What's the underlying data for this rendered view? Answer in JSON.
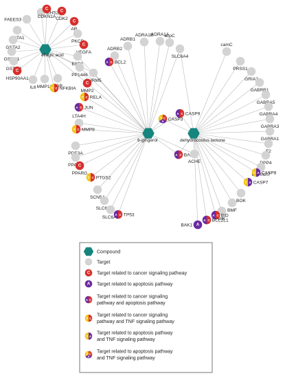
{
  "colors": {
    "compound": "#16857e",
    "target": "#d3d3d3",
    "cancer": "#d7302d",
    "apoptosis": "#6a2aa0",
    "tnf": "#f2c417",
    "edge": "#b8b8b8",
    "legend_border": "#555555"
  },
  "compounds": {
    "ellagic": "ellagic acid",
    "gingerol": "6-gingerol",
    "dehydro": "dehydrocostus lactone"
  },
  "glyphs": {
    "cancer": "C",
    "apoptosis": "A",
    "tnf": "T"
  },
  "nodes": [
    {
      "id": "CHS2",
      "label": "CHS2",
      "type": "target"
    },
    {
      "id": "CDKN1A",
      "label": "CDKN1A",
      "type": "cancer"
    },
    {
      "id": "CDK2",
      "label": "CDK2",
      "type": "cancer"
    },
    {
      "id": "FAEES3",
      "label": "FAEES3",
      "type": "target"
    },
    {
      "id": "AR",
      "label": "AR",
      "type": "cancer"
    },
    {
      "id": "GSTA1",
      "label": "GSTA1",
      "type": "target"
    },
    {
      "id": "GSTA2",
      "label": "GSTA2",
      "type": "target"
    },
    {
      "id": "PKCB",
      "label": "PKCB",
      "type": "target"
    },
    {
      "id": "VEGFA",
      "label": "VEGFA",
      "type": "cancer"
    },
    {
      "id": "GSTM1",
      "label": "GSTM1",
      "type": "target"
    },
    {
      "id": "ESR1",
      "label": "ESR1",
      "type": "target"
    },
    {
      "id": "GSTM2",
      "label": "GSTM2",
      "type": "target"
    },
    {
      "id": "PP1446",
      "label": "PP1446",
      "type": "target"
    },
    {
      "id": "HSP90AA1",
      "label": "HSP90AA1",
      "type": "cancer"
    },
    {
      "id": "IL6",
      "label": "IL6",
      "type": "target"
    },
    {
      "id": "MMP16",
      "label": "MMP16",
      "type": "target"
    },
    {
      "id": "PGR",
      "label": "PGR",
      "type": "target"
    },
    {
      "id": "NFKBIA",
      "label": "NFKBIA",
      "type": "ca_tnf"
    },
    {
      "id": "ADRB2",
      "label": "ADRB2",
      "type": "target"
    },
    {
      "id": "BCL2",
      "label": "BCL2",
      "type": "ca_ap"
    },
    {
      "id": "ADRB1",
      "label": "ADRB1",
      "type": "target"
    },
    {
      "id": "ADRA1B",
      "label": "ADRA1B",
      "type": "target"
    },
    {
      "id": "ADRA1A",
      "label": "ADRA1A",
      "type": "target"
    },
    {
      "id": "acpC",
      "label": "acpC",
      "type": "target"
    },
    {
      "id": "SLC6A4",
      "label": "SLC6A4",
      "type": "target"
    },
    {
      "id": "CHRM5",
      "label": "CHRM5",
      "type": "target"
    },
    {
      "id": "MMP2",
      "label": "MMP2",
      "type": "cancer"
    },
    {
      "id": "RELA",
      "label": "RELA",
      "type": "ca_tnf"
    },
    {
      "id": "JUN",
      "label": "JUN",
      "type": "ca_ap"
    },
    {
      "id": "LTA4H",
      "label": "LTA4H",
      "type": "target"
    },
    {
      "id": "MMP9",
      "label": "MMP9",
      "type": "ca_tnf"
    },
    {
      "id": "PDE3A",
      "label": "PDE3A",
      "type": "target"
    },
    {
      "id": "PPARA",
      "label": "PPARA",
      "type": "target"
    },
    {
      "id": "PPARG",
      "label": "PPARG",
      "type": "cancer"
    },
    {
      "id": "PTGS2",
      "label": "PTGS2",
      "type": "ca_tnf"
    },
    {
      "id": "SCN5A",
      "label": "SCN5A",
      "type": "target"
    },
    {
      "id": "SLC6A2",
      "label": "SLC6A2",
      "type": "target"
    },
    {
      "id": "SLC6A3",
      "label": "SLC6A3",
      "type": "target"
    },
    {
      "id": "TP53",
      "label": "TP53",
      "type": "ca_ap"
    },
    {
      "id": "CASP9",
      "label": "CASP9",
      "type": "ca_ap"
    },
    {
      "id": "CASP3",
      "label": "CASP3",
      "type": "ca_ap_tnf"
    },
    {
      "id": "BAX",
      "label": "BAX",
      "type": "ca_ap"
    },
    {
      "id": "ACHE",
      "label": "ACHE",
      "type": "target"
    },
    {
      "id": "camC",
      "label": "camC",
      "type": "target"
    },
    {
      "id": "PRSS1",
      "label": "PRSS1",
      "type": "target"
    },
    {
      "id": "GRIA2",
      "label": "GRIA2",
      "type": "target"
    },
    {
      "id": "GABRR1",
      "label": "GABRR1",
      "type": "target"
    },
    {
      "id": "GABRA5",
      "label": "GABRA5",
      "type": "target"
    },
    {
      "id": "GABRA4",
      "label": "GABRA4",
      "type": "target"
    },
    {
      "id": "GABRA3",
      "label": "GABRA3",
      "type": "target"
    },
    {
      "id": "GABRA1",
      "label": "GABRA1",
      "type": "target"
    },
    {
      "id": "F2",
      "label": "F2",
      "type": "target"
    },
    {
      "id": "DPP4",
      "label": "DPP4",
      "type": "target"
    },
    {
      "id": "CHRNA7",
      "label": "CHRNA7",
      "type": "target"
    },
    {
      "id": "CASP8",
      "label": "CASP8",
      "type": "ap_tnf"
    },
    {
      "id": "CASP7",
      "label": "CASP7",
      "type": "ap_tnf"
    },
    {
      "id": "BOK",
      "label": "BOK",
      "type": "target"
    },
    {
      "id": "BMF",
      "label": "BMF",
      "type": "target"
    },
    {
      "id": "BIK",
      "label": "BIK",
      "type": "target"
    },
    {
      "id": "BID",
      "label": "BID",
      "type": "ca_ap"
    },
    {
      "id": "BCL2L1",
      "label": "BCL2L1",
      "type": "ca_ap"
    },
    {
      "id": "BAK1",
      "label": "BAK1",
      "type": "apoptosis"
    }
  ],
  "edges": [
    [
      "ellagic",
      "CHS2"
    ],
    [
      "ellagic",
      "CDKN1A"
    ],
    [
      "ellagic",
      "CDK2"
    ],
    [
      "ellagic",
      "FAEES3"
    ],
    [
      "ellagic",
      "AR"
    ],
    [
      "ellagic",
      "GSTA1"
    ],
    [
      "ellagic",
      "GSTA2"
    ],
    [
      "ellagic",
      "PKCB"
    ],
    [
      "ellagic",
      "VEGFA"
    ],
    [
      "ellagic",
      "GSTM1"
    ],
    [
      "ellagic",
      "ESR1"
    ],
    [
      "ellagic",
      "GSTM2"
    ],
    [
      "ellagic",
      "PP1446"
    ],
    [
      "ellagic",
      "HSP90AA1"
    ],
    [
      "ellagic",
      "IL6"
    ],
    [
      "ellagic",
      "MMP16"
    ],
    [
      "ellagic",
      "PGR"
    ],
    [
      "ellagic",
      "NFKBIA"
    ],
    [
      "ellagic",
      "CHRM5"
    ],
    [
      "ellagic",
      "MMP2"
    ],
    [
      "gingerol",
      "ADRB2"
    ],
    [
      "gingerol",
      "BCL2"
    ],
    [
      "gingerol",
      "ADRB1"
    ],
    [
      "gingerol",
      "ADRA1B"
    ],
    [
      "gingerol",
      "ADRA1A"
    ],
    [
      "gingerol",
      "acpC"
    ],
    [
      "gingerol",
      "SLC6A4"
    ],
    [
      "gingerol",
      "CHRM5"
    ],
    [
      "gingerol",
      "MMP2"
    ],
    [
      "gingerol",
      "RELA"
    ],
    [
      "gingerol",
      "JUN"
    ],
    [
      "gingerol",
      "LTA4H"
    ],
    [
      "gingerol",
      "MMP9"
    ],
    [
      "gingerol",
      "PDE3A"
    ],
    [
      "gingerol",
      "PPARA"
    ],
    [
      "gingerol",
      "PPARG"
    ],
    [
      "gingerol",
      "PTGS2"
    ],
    [
      "gingerol",
      "SCN5A"
    ],
    [
      "gingerol",
      "SLC6A2"
    ],
    [
      "gingerol",
      "SLC6A3"
    ],
    [
      "gingerol",
      "TP53"
    ],
    [
      "gingerol",
      "CASP9"
    ],
    [
      "gingerol",
      "CASP3"
    ],
    [
      "gingerol",
      "BAX"
    ],
    [
      "gingerol",
      "ACHE"
    ],
    [
      "gingerol",
      "ESR1"
    ],
    [
      "gingerol",
      "PP1446"
    ],
    [
      "dehydro",
      "CASP9"
    ],
    [
      "dehydro",
      "CASP3"
    ],
    [
      "dehydro",
      "BAX"
    ],
    [
      "dehydro",
      "ACHE"
    ],
    [
      "dehydro",
      "SLC6A4"
    ],
    [
      "dehydro",
      "camC"
    ],
    [
      "dehydro",
      "PRSS1"
    ],
    [
      "dehydro",
      "GRIA2"
    ],
    [
      "dehydro",
      "GABRR1"
    ],
    [
      "dehydro",
      "GABRA5"
    ],
    [
      "dehydro",
      "GABRA4"
    ],
    [
      "dehydro",
      "GABRA3"
    ],
    [
      "dehydro",
      "GABRA1"
    ],
    [
      "dehydro",
      "F2"
    ],
    [
      "dehydro",
      "DPP4"
    ],
    [
      "dehydro",
      "CHRNA7"
    ],
    [
      "dehydro",
      "CASP8"
    ],
    [
      "dehydro",
      "CASP7"
    ],
    [
      "dehydro",
      "BOK"
    ],
    [
      "dehydro",
      "BMF"
    ],
    [
      "dehydro",
      "BIK"
    ],
    [
      "dehydro",
      "BID"
    ],
    [
      "dehydro",
      "BCL2L1"
    ],
    [
      "dehydro",
      "BAK1"
    ]
  ],
  "legend": [
    {
      "type": "compound",
      "text": [
        "Compound"
      ]
    },
    {
      "type": "target",
      "text": [
        "Target"
      ]
    },
    {
      "type": "cancer",
      "text": [
        "Target related to cancer signaling pathway"
      ]
    },
    {
      "type": "apoptosis",
      "text": [
        "Target related to apoptosis pathway"
      ]
    },
    {
      "type": "ca_ap",
      "text": [
        "Target related to cancer signaling",
        "pathway and apoptosis pathway"
      ]
    },
    {
      "type": "ca_tnf",
      "text": [
        "Target related to cancer signaling",
        "pathway and TNF signaling pathway"
      ]
    },
    {
      "type": "ap_tnf",
      "text": [
        "Target related to apoptosis pathway",
        "and TNF signaling pathway"
      ]
    },
    {
      "type": "ca_ap_tnf",
      "text": [
        "Target related to apoptosis pathway",
        "and TNF signaling pathway"
      ]
    }
  ]
}
